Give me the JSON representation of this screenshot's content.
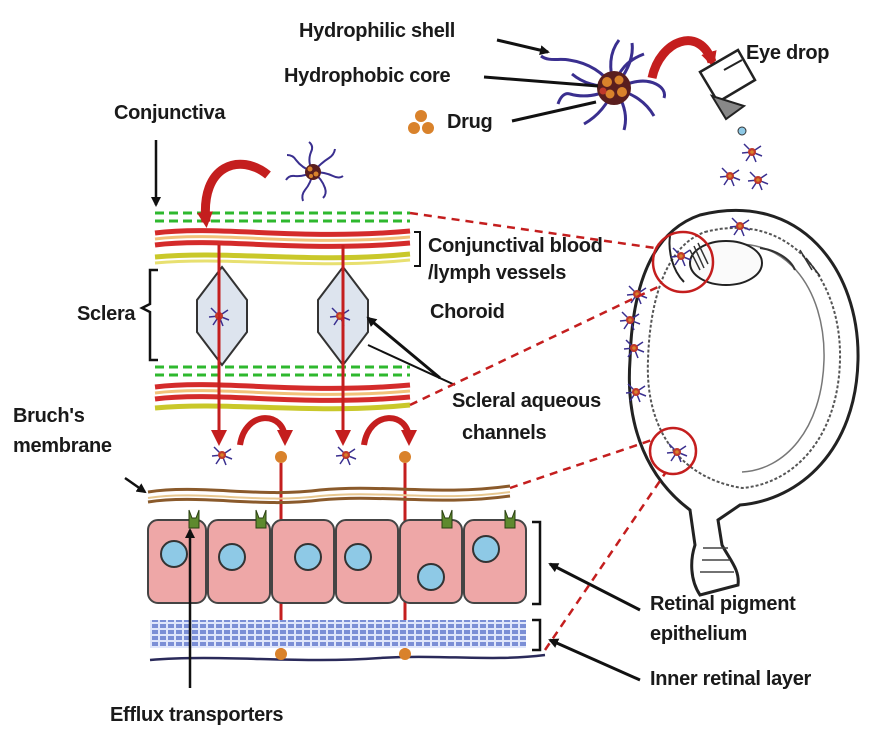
{
  "labels": {
    "hydrophilic_shell": "Hydrophilic shell",
    "hydrophobic_core": "Hydrophobic core",
    "drug": "Drug",
    "eye_drop": "Eye drop",
    "conjunctiva": "Conjunctiva",
    "conjunctival_vessels_line1": "Conjunctival blood",
    "conjunctival_vessels_line2": "/lymph vessels",
    "sclera": "Sclera",
    "choroid": "Choroid",
    "scleral_channels_line1": "Scleral aqueous",
    "scleral_channels_line2": "channels",
    "bruchs_line1": "Bruch's",
    "bruchs_line2": "membrane",
    "rpe_line1": "Retinal pigment",
    "rpe_line2": "epithelium",
    "inner_retinal": "Inner retinal layer",
    "efflux": "Efflux transporters"
  },
  "colors": {
    "conjunctiva_dash": "#2eb82e",
    "blood_vessel": "#d42b2b",
    "vessel_stripe": "#f2c27a",
    "choroid_yellow": "#c9c82a",
    "drug_dot": "#d9822b",
    "rpe_cell": "#eea7a7",
    "nucleus": "#8ec9e6",
    "efflux_transporter": "#5e8a2e",
    "inner_retina_grid": "#7b8fd6",
    "bruchs_membrane": "#8a5a2b",
    "arrow_red": "#c41e1e",
    "micelle_shell": "#3a2f8f",
    "micelle_core": "#c0392b"
  }
}
